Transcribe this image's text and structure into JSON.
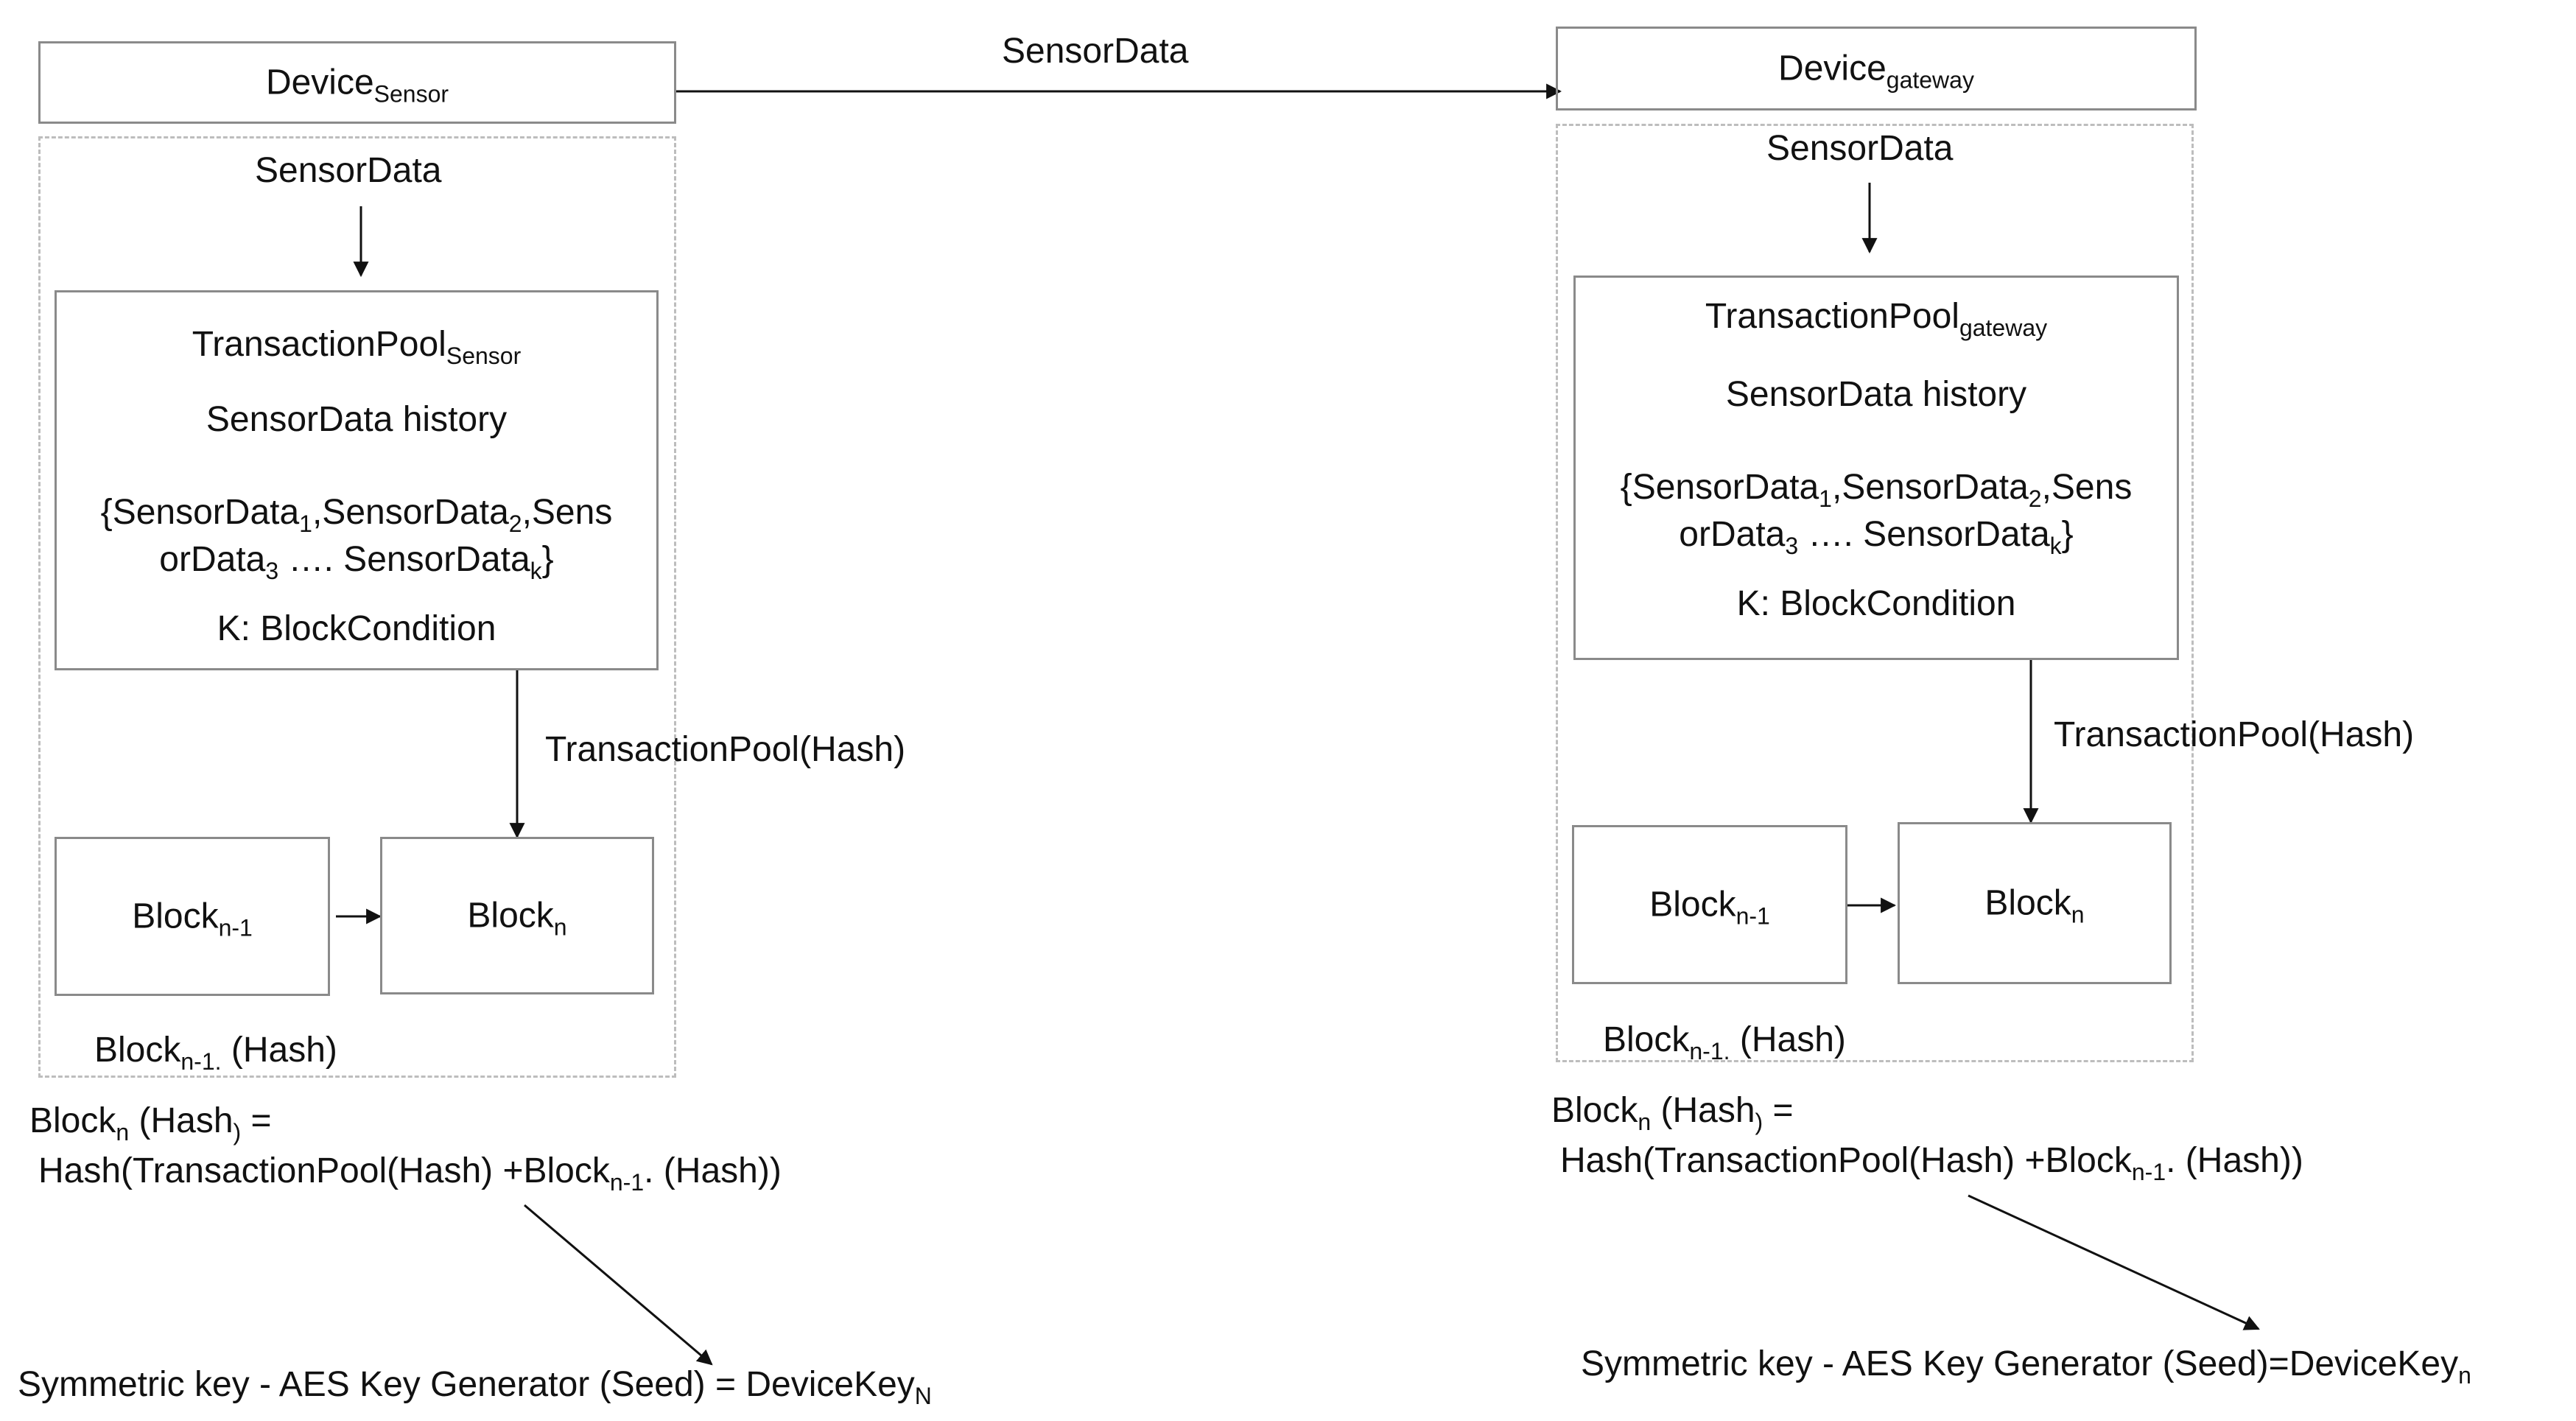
{
  "top_arrow_label": "SensorData",
  "sensor": {
    "device_title": "Device",
    "device_sub": "Sensor",
    "input_label": "SensorData",
    "pool_title": "TransactionPool",
    "pool_sub": "Sensor",
    "pool_history": "SensorData history",
    "pool_set_line1_a": "{SensorData",
    "pool_set_line1_s1": "1",
    "pool_set_line1_b": ",SensorData",
    "pool_set_line1_s2": "2",
    "pool_set_line1_c": ",Sens",
    "pool_set_line2_a": "orData",
    "pool_set_line2_s3": "3",
    "pool_set_line2_b": " …. SensorData",
    "pool_set_line2_sk": "k",
    "pool_set_line2_c": "}",
    "block_condition": "K: BlockCondition",
    "hash_arrow_label": "TransactionPool(Hash)",
    "block_prev": "Block",
    "block_prev_sub": "n-1",
    "block_cur": "Block",
    "block_cur_sub": "n",
    "prev_hash_a": "Block",
    "prev_hash_sub": "n-1.",
    "prev_hash_b": " (Hash)",
    "formula_l1_a": "Block",
    "formula_l1_sub": "n",
    "formula_l1_b": " (Hash",
    "formula_l1_sub2": ")",
    "formula_l1_c": " =",
    "formula_l2_a": "Hash(TransactionPool(Hash) +Block",
    "formula_l2_sub": "n-1",
    "formula_l2_b": ". (Hash))",
    "key_a": "Symmetric key  - AES Key Generator (Seed) = DeviceKey",
    "key_sub": "N"
  },
  "gateway": {
    "device_title": "Device",
    "device_sub": "gateway",
    "input_label": "SensorData",
    "pool_title": "TransactionPool",
    "pool_sub": "gateway",
    "pool_history": "SensorData history",
    "pool_set_line1_a": "{SensorData",
    "pool_set_line1_s1": "1",
    "pool_set_line1_b": ",SensorData",
    "pool_set_line1_s2": "2",
    "pool_set_line1_c": ",Sens",
    "pool_set_line2_a": "orData",
    "pool_set_line2_s3": "3",
    "pool_set_line2_b": " …. SensorData",
    "pool_set_line2_sk": "k",
    "pool_set_line2_c": "}",
    "block_condition": "K: BlockCondition",
    "hash_arrow_label": "TransactionPool(Hash)",
    "block_prev": "Block",
    "block_prev_sub": "n-1",
    "block_cur": "Block",
    "block_cur_sub": "n",
    "prev_hash_a": "Block",
    "prev_hash_sub": "n-1.",
    "prev_hash_b": " (Hash)",
    "formula_l1_a": "Block",
    "formula_l1_sub": "n",
    "formula_l1_b": " (Hash",
    "formula_l1_sub2": ")",
    "formula_l1_c": " =",
    "formula_l2_a": "Hash(TransactionPool(Hash) +Block",
    "formula_l2_sub": "n-1",
    "formula_l2_b": ". (Hash))",
    "key_a": "Symmetric key  - AES Key Generator (Seed)=DeviceKey",
    "key_sub": "n"
  },
  "colors": {
    "box_border": "#8a8a8a",
    "dashed_border": "#bdbdbd",
    "line": "#111111"
  }
}
